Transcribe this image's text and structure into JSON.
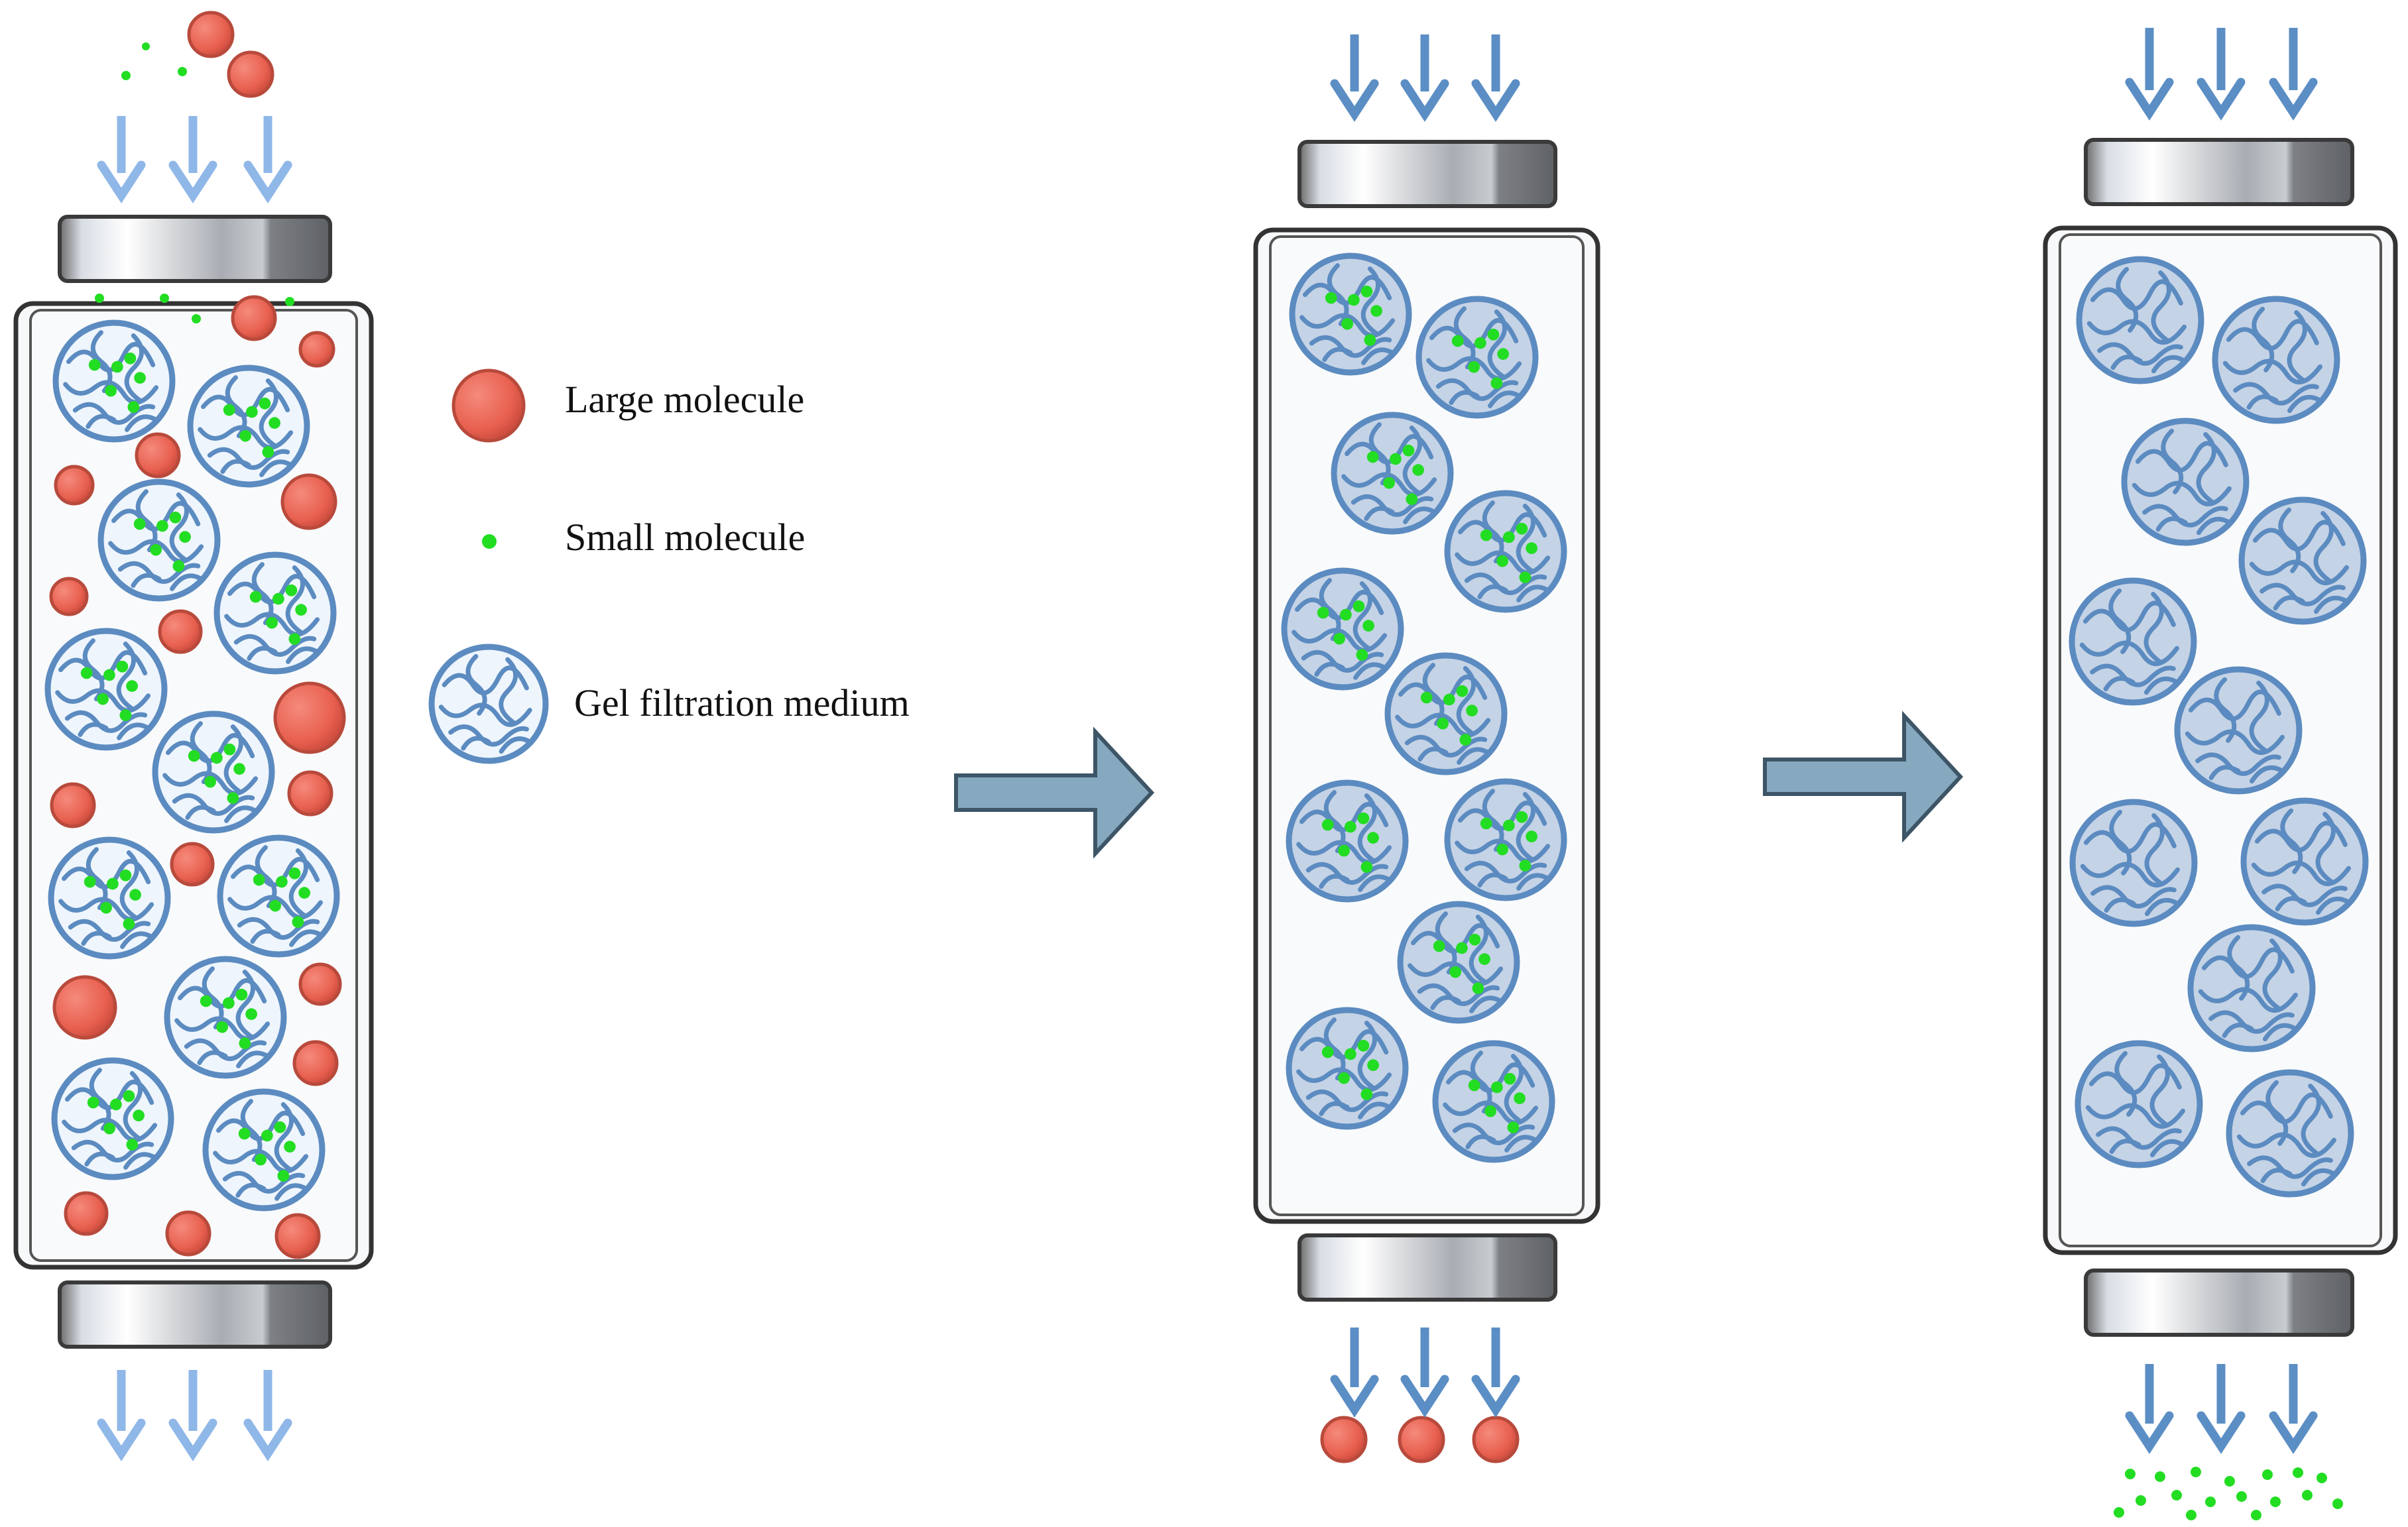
{
  "legend": {
    "large_label": "Large molecule",
    "small_label": "Small molecule",
    "gel_label": "Gel filtration medium"
  },
  "colors": {
    "large_molecule": "#e8695a",
    "small_molecule": "#22dd22",
    "gel_outline": "#5b8bc0",
    "gel_fill_fresh": "#eef5fc",
    "gel_fill_used": "#c5d3e6",
    "flow_arrow_light": "#8fb7e8",
    "flow_arrow_dark": "#5b8ec4",
    "step_arrow": "#86a9bf",
    "column_outline": "#333333"
  },
  "stages": [
    {
      "name": "loading",
      "eluate": "none"
    },
    {
      "name": "large-molecule-elution",
      "eluate": "large-molecules"
    },
    {
      "name": "small-molecule-elution",
      "eluate": "small-molecules"
    }
  ]
}
